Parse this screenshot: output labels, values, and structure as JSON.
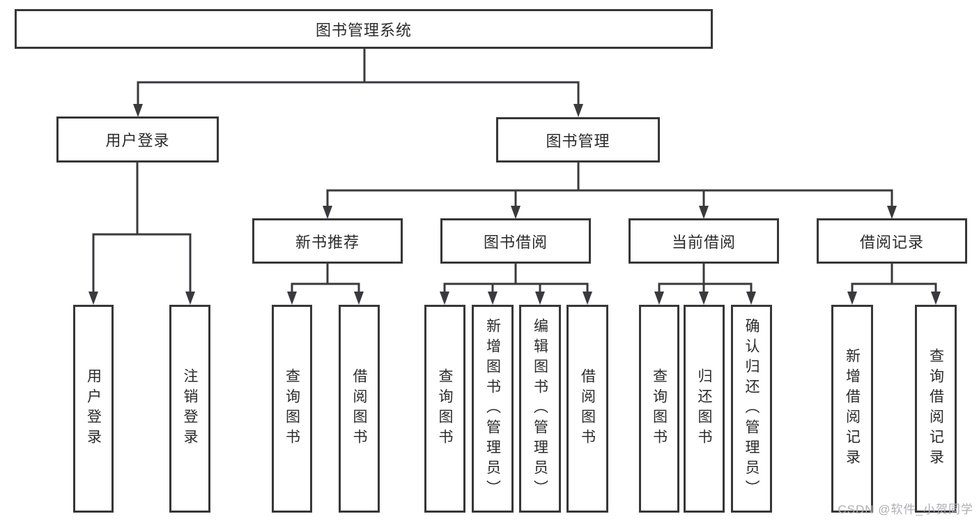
{
  "diagram": {
    "type": "hierarchy-tree",
    "orientation": "top-down"
  },
  "tree": {
    "label": "图书管理系统",
    "children": [
      {
        "label": "用户登录",
        "children": [
          {
            "label": "用户登录"
          },
          {
            "label": "注销登录"
          }
        ]
      },
      {
        "label": "图书管理",
        "children": [
          {
            "label": "新书推荐",
            "children": [
              {
                "label": "查询图书"
              },
              {
                "label": "借阅图书"
              }
            ]
          },
          {
            "label": "图书借阅",
            "children": [
              {
                "label": "查询图书"
              },
              {
                "label": "新增图书（管理员）"
              },
              {
                "label": "编辑图书（管理员）"
              },
              {
                "label": "借阅图书"
              }
            ]
          },
          {
            "label": "当前借阅",
            "children": [
              {
                "label": "查询图书"
              },
              {
                "label": "归还图书"
              },
              {
                "label": "确认归还（管理员）"
              }
            ]
          },
          {
            "label": "借阅记录",
            "children": [
              {
                "label": "新增借阅记录"
              },
              {
                "label": "查询借阅记录"
              }
            ]
          }
        ]
      }
    ]
  },
  "watermark": {
    "text": "CSDN @软件_小贺同学",
    "color": "#aeaeb2"
  },
  "colors": {
    "background": "#ffffff",
    "box_border": "#373737",
    "connector_line": "#3a3a3e",
    "text": "#2b2b2b"
  }
}
